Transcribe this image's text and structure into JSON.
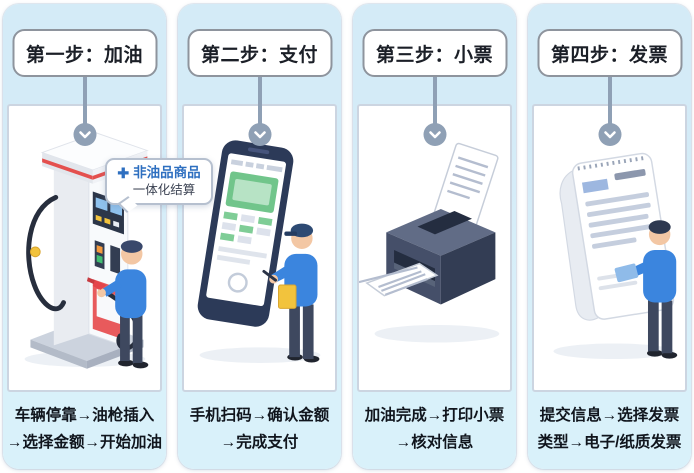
{
  "steps": [
    {
      "title": "第一步：加油",
      "caption_line1": "车辆停靠→油枪插入",
      "caption_line2": "→选择金额→开始加油",
      "illustration": "fuel-pump"
    },
    {
      "title": "第二步：支付",
      "caption_line1": "手机扫码→确认金额",
      "caption_line2": "→完成支付",
      "illustration": "phone-payment"
    },
    {
      "title": "第三步：小票",
      "caption_line1": "加油完成→打印小票",
      "caption_line2": "→核对信息",
      "illustration": "receipt-printer"
    },
    {
      "title": "第四步：发票",
      "caption_line1": "提交信息→选择发票",
      "caption_line2": "类型→电子/纸质发票",
      "illustration": "invoice-document"
    }
  ],
  "callout": {
    "plus": "✚",
    "line1": "非油品商品",
    "line2": "一体化结算"
  },
  "theme": {
    "header_blue": "#d4ebf7",
    "footer_blue": "#d9f1fa",
    "panel_border": "#ccd5e1",
    "badge_border": "#8e949d",
    "connector_gray": "#8fa0b5",
    "text_dark": "#10151d",
    "callout_blue": "#2e6fc0",
    "person_shirt_blue": "#3b85de",
    "pump_red": "#e4504e",
    "printer_slate": "#414d68",
    "notebook_yellow": "#f2c33d"
  }
}
